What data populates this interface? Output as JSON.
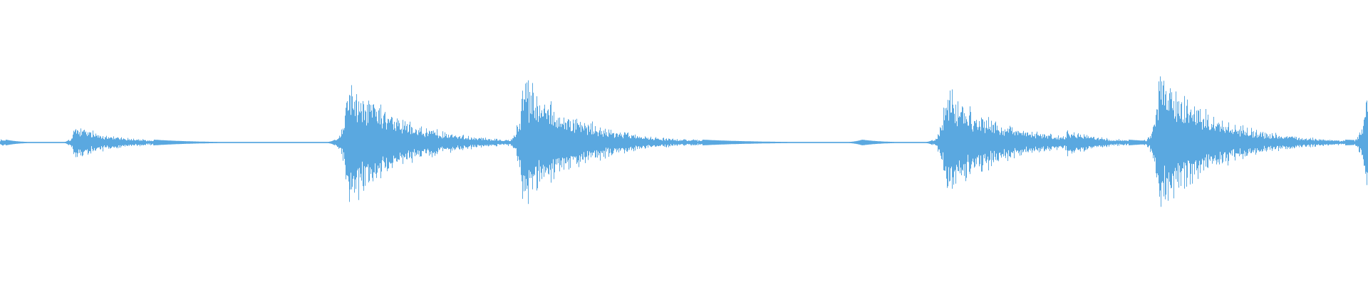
{
  "waveform": {
    "color": "#5aa8e0",
    "background": "#ffffff",
    "bursts": [
      {
        "center": 0.0,
        "amplitude": 0.03,
        "decay": 0.01,
        "attack": 0.002
      },
      {
        "center": 0.054,
        "amplitude": 0.14,
        "decay": 0.03,
        "attack": 0.002
      },
      {
        "center": 0.254,
        "amplitude": 0.5,
        "decay": 0.04,
        "attack": 0.003
      },
      {
        "center": 0.382,
        "amplitude": 0.53,
        "decay": 0.04,
        "attack": 0.003
      },
      {
        "center": 0.63,
        "amplitude": 0.02,
        "decay": 0.015,
        "attack": 0.006
      },
      {
        "center": 0.691,
        "amplitude": 0.44,
        "decay": 0.04,
        "attack": 0.003
      },
      {
        "center": 0.78,
        "amplitude": 0.12,
        "decay": 0.025,
        "attack": 0.002
      },
      {
        "center": 0.847,
        "amplitude": 0.6,
        "decay": 0.04,
        "attack": 0.003
      },
      {
        "center": 0.92,
        "amplitude": 0.05,
        "decay": 0.004,
        "attack": 0.002
      },
      {
        "center": 0.999,
        "amplitude": 0.48,
        "decay": 0.02,
        "attack": 0.003
      }
    ]
  }
}
